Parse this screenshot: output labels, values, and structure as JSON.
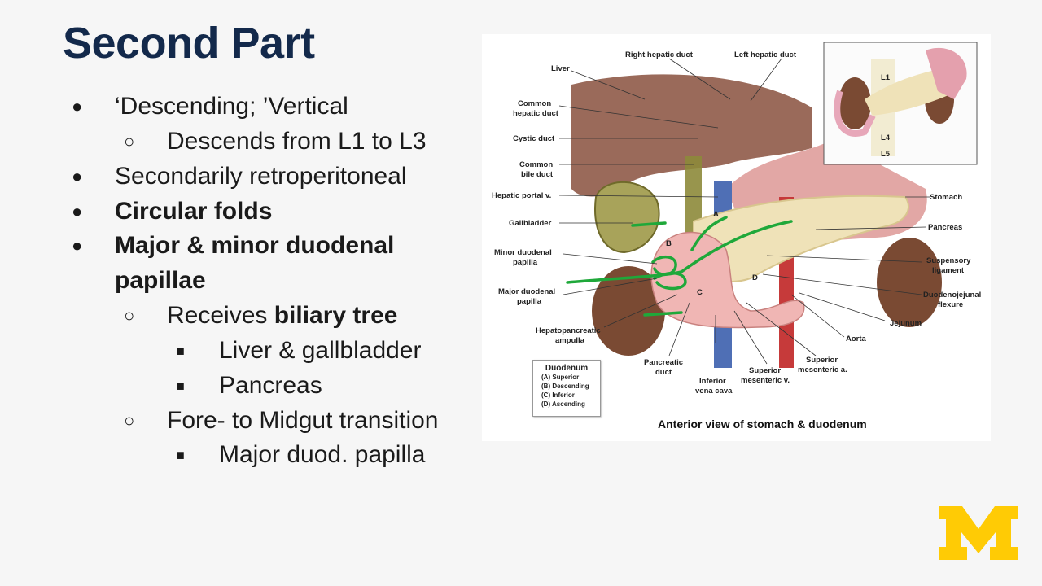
{
  "slide": {
    "title": "Second Part",
    "bullets": [
      {
        "marker": "●",
        "text": "‘Descending; ’Vertical"
      },
      {
        "marker": "○",
        "text": "Descends from L1 to L3"
      },
      {
        "marker": "●",
        "text": "Secondarily retroperitoneal"
      },
      {
        "marker": "●",
        "text": "Circular folds"
      },
      {
        "marker": "●",
        "text": "Major & minor duodenal"
      },
      {
        "text": "papillae"
      },
      {
        "marker": "○",
        "text_before": "Receives ",
        "text_bold": "biliary tree"
      },
      {
        "marker": "■",
        "text": "Liver & gallbladder"
      },
      {
        "marker": "■",
        "text": "Pancreas"
      },
      {
        "marker": "○",
        "text": "Fore- to Midgut transition"
      },
      {
        "marker": "■",
        "text": "Major duod. papilla"
      }
    ]
  },
  "figure": {
    "caption": "Anterior view of stomach & duodenum",
    "labels": {
      "right_hepatic_duct": "Right hepatic duct",
      "left_hepatic_duct": "Left hepatic duct",
      "liver": "Liver",
      "common_hepatic_duct_1": "Common",
      "common_hepatic_duct_2": "hepatic duct",
      "cystic_duct": "Cystic duct",
      "common_bile_duct_1": "Common",
      "common_bile_duct_2": "bile duct",
      "hepatic_portal_v": "Hepatic portal v.",
      "gallbladder": "Gallbladder",
      "minor_papilla_1": "Minor duodenal",
      "minor_papilla_2": "papilla",
      "major_papilla_1": "Major duodenal",
      "major_papilla_2": "papilla",
      "hepatopancreatic_1": "Hepatopancreatic",
      "hepatopancreatic_2": "ampulla",
      "pancreatic_duct_1": "Pancreatic",
      "pancreatic_duct_2": "duct",
      "ivc_1": "Inferior",
      "ivc_2": "vena cava",
      "smv_1": "Superior",
      "smv_2": "mesenteric v.",
      "sma_1": "Superior",
      "sma_2": "mesenteric a.",
      "aorta": "Aorta",
      "jejunum": "Jejunum",
      "dj_flexure_1": "Duodenojejunal",
      "dj_flexure_2": "flexure",
      "suspensory_1": "Suspensory",
      "suspensory_2": "ligament",
      "pancreas": "Pancreas",
      "stomach": "Stomach",
      "part_a": "A",
      "part_b": "B",
      "part_c": "C",
      "part_d": "D",
      "inset_l1": "L1",
      "inset_l4": "L4",
      "inset_l5": "L5"
    },
    "legend": {
      "title": "Duodenum",
      "items": [
        "(A)  Superior",
        "(B)  Descending",
        "(C)  Inferior",
        "(D)  Ascending"
      ]
    }
  },
  "colors": {
    "title": "#13294b",
    "annotation_green": "#1fa83a",
    "logo_maize": "#ffcb05"
  },
  "logo": {
    "icon": "block-m-icon"
  }
}
